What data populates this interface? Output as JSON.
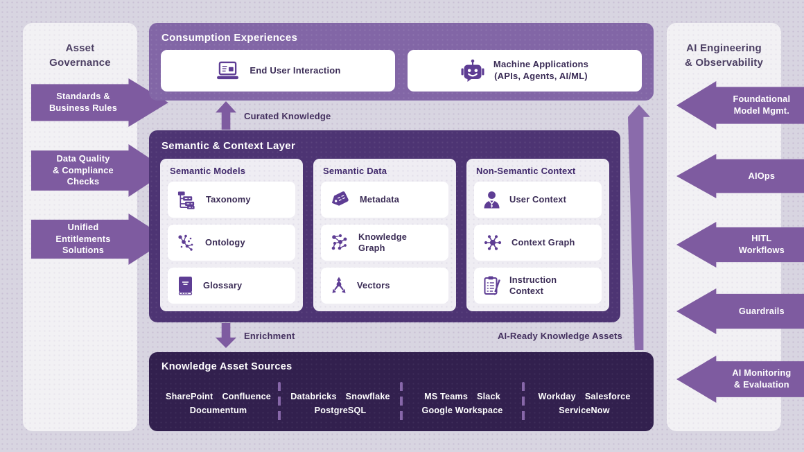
{
  "colors": {
    "background": "#D8D5E1",
    "side_panel": "#F2F1F4",
    "consumption_band": "#8266A6",
    "semantic_panel": "#4D3473",
    "sources_panel": "#32204E",
    "arrow_purple": "#7E5BA0",
    "long_arrow_purple": "#8A6BAB",
    "icon_purple": "#5E3D94",
    "dark_text": "#3A2B55"
  },
  "left_panel": {
    "title": "Asset\nGovernance",
    "arrows": [
      "Standards &\nBusiness Rules",
      "Data Quality\n& Compliance\nChecks",
      "Unified\nEntitlements\nSolutions"
    ]
  },
  "right_panel": {
    "title": "AI Engineering\n& Observability",
    "arrows": [
      "Foundational\nModel Mgmt.",
      "AIOps",
      "HITL\nWorkflows",
      "Guardrails",
      "AI Monitoring\n& Evaluation"
    ]
  },
  "consumption": {
    "title": "Consumption Experiences",
    "cards": [
      {
        "label": "End User Interaction",
        "icon": "laptop-icon"
      },
      {
        "label": "Machine Applications\n(APIs, Agents, AI/ML)",
        "icon": "robot-icon"
      }
    ]
  },
  "flows": {
    "curated": "Curated Knowledge",
    "enrichment": "Enrichment",
    "ai_ready": "AI-Ready Knowledge Assets"
  },
  "semantic_layer": {
    "title": "Semantic & Context Layer",
    "columns": [
      {
        "title": "Semantic Models",
        "items": [
          {
            "label": "Taxonomy",
            "icon": "taxonomy-icon"
          },
          {
            "label": "Ontology",
            "icon": "ontology-icon"
          },
          {
            "label": "Glossary",
            "icon": "glossary-icon"
          }
        ]
      },
      {
        "title": "Semantic Data",
        "items": [
          {
            "label": "Metadata",
            "icon": "tag-icon"
          },
          {
            "label": "Knowledge\nGraph",
            "icon": "knowledge-graph-icon"
          },
          {
            "label": "Vectors",
            "icon": "vectors-icon"
          }
        ]
      },
      {
        "title": "Non-Semantic Context",
        "items": [
          {
            "label": "User Context",
            "icon": "user-icon"
          },
          {
            "label": "Context Graph",
            "icon": "context-graph-icon"
          },
          {
            "label": "Instruction\nContext",
            "icon": "instruction-icon"
          }
        ]
      }
    ]
  },
  "sources": {
    "title": "Knowledge Asset Sources",
    "groups": [
      "SharePoint  Confluence\nDocumentum",
      "Databricks  Snowflake\nPostgreSQL",
      "MS Teams  Slack\nGoogle Workspace",
      "Workday  Salesforce\nServiceNow"
    ]
  }
}
